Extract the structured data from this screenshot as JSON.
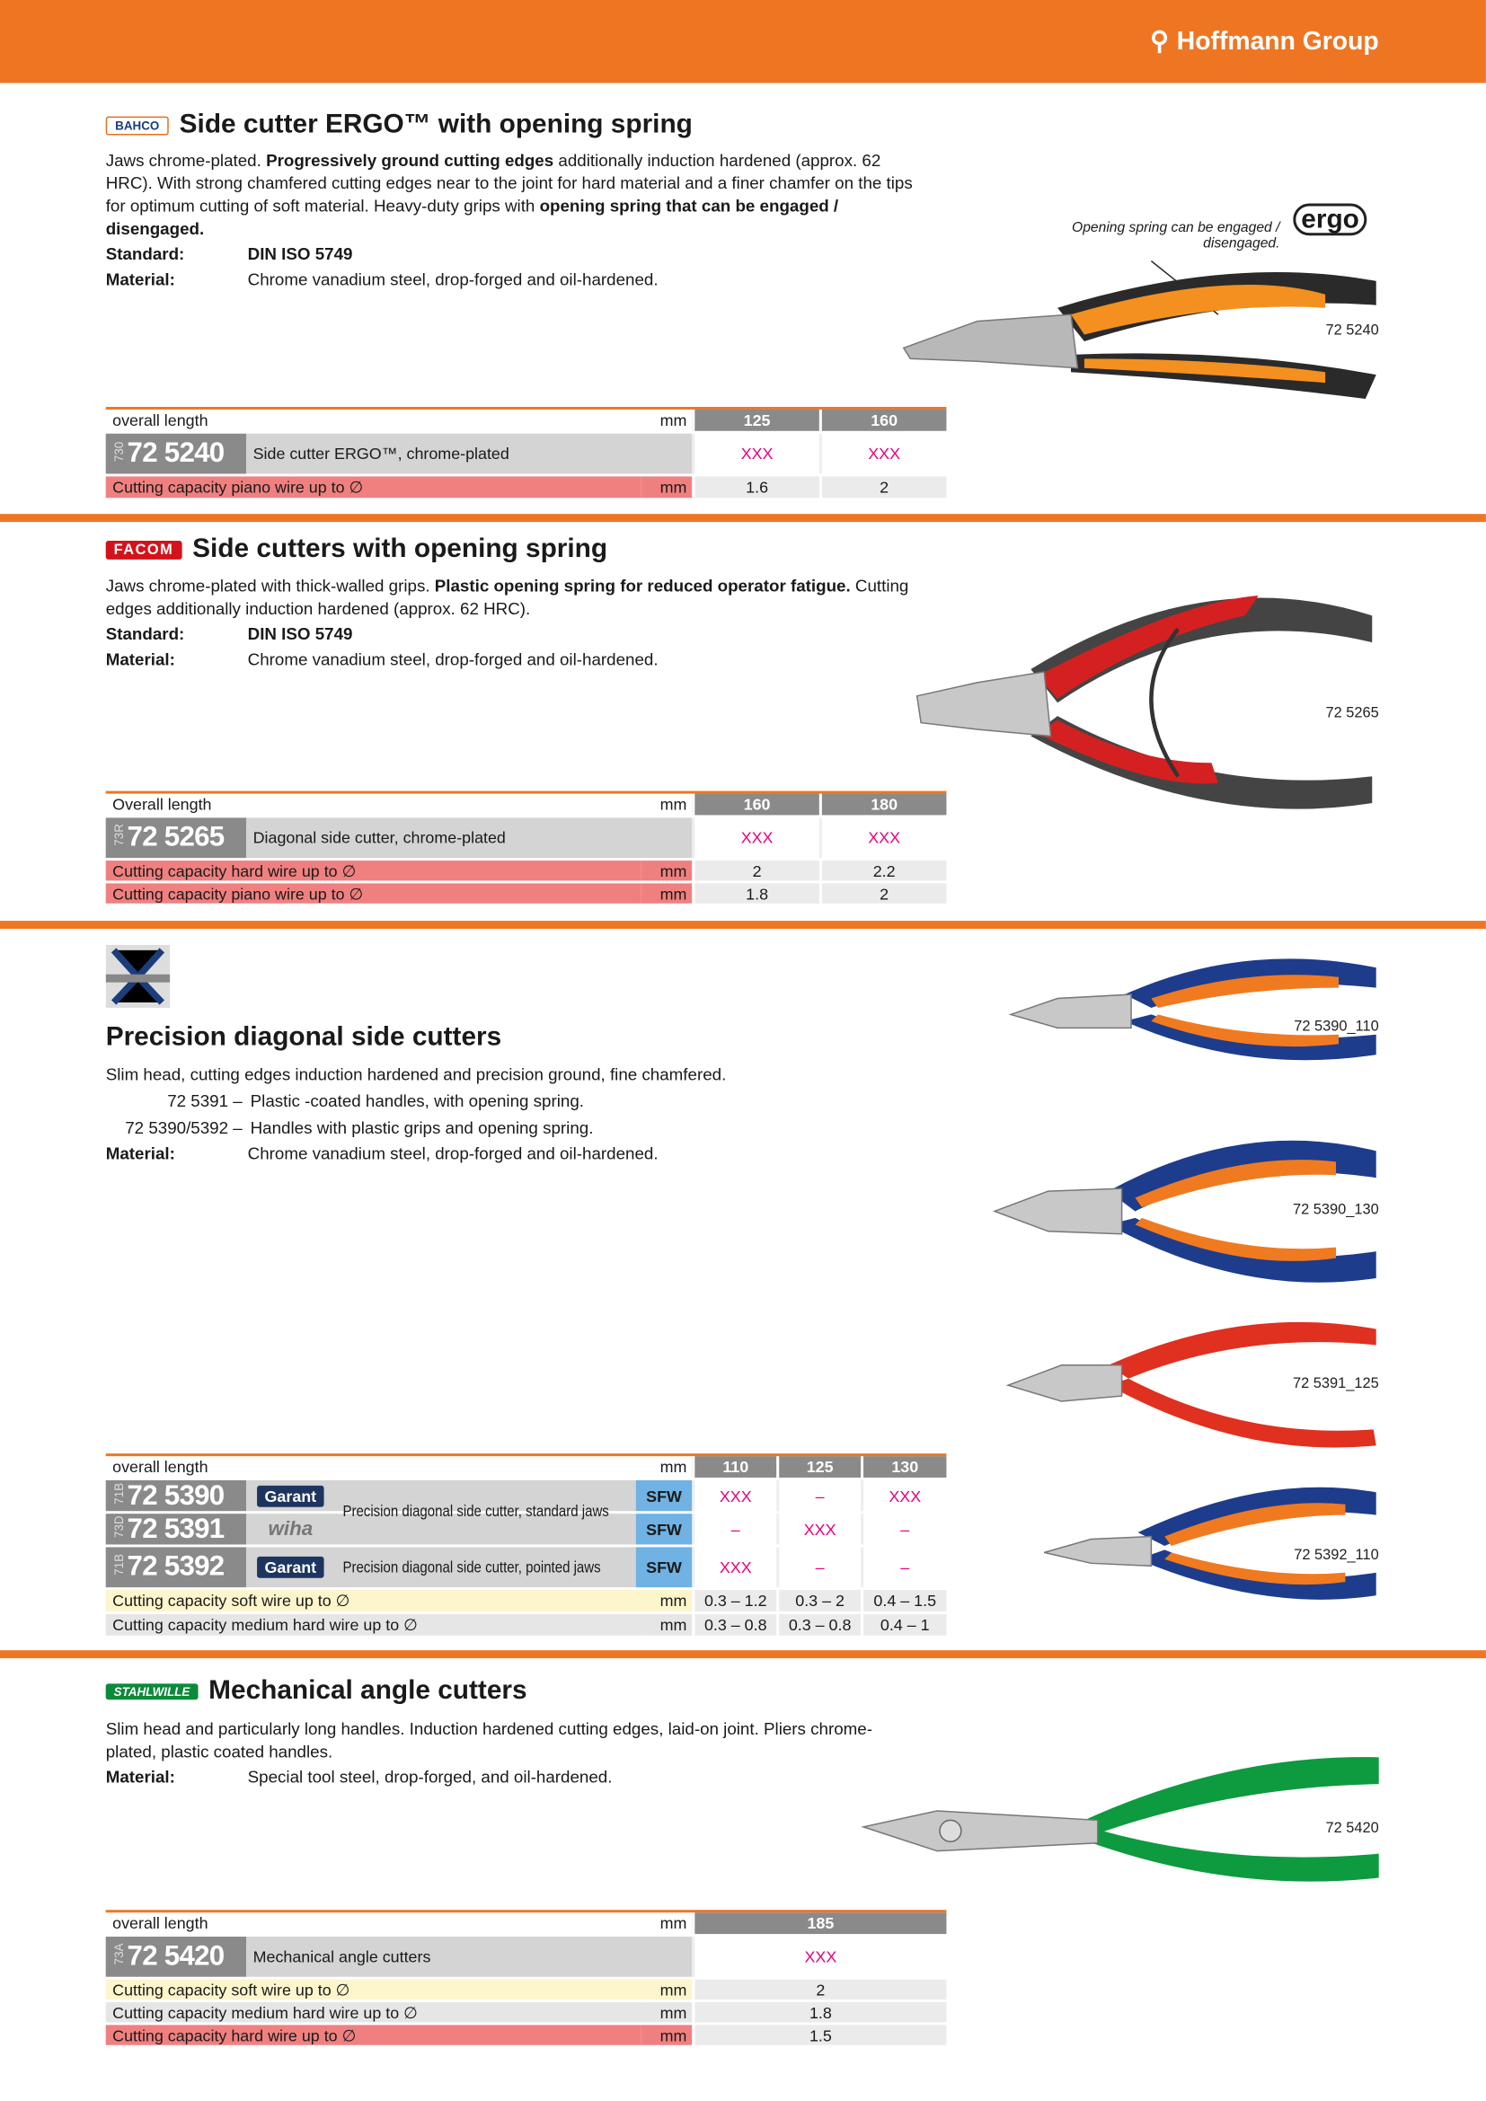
{
  "header": {
    "logo": "Hoffmann Group",
    "accent": "#ee7623"
  },
  "s1": {
    "brand": "BAHCO",
    "title": "Side cutter ERGO™ with opening spring",
    "desc": [
      "Jaws chrome-plated. ",
      "Progressively ground cutting edges",
      " additionally induction hardened (approx. 62 HRC). With strong chamfered cutting edges near to the joint for hard material and a finer chamfer on the tips for optimum cutting of soft material. Heavy-duty grips with ",
      "opening spring that can be engaged / disengaged."
    ],
    "standard_label": "Standard:",
    "standard": "DIN ISO 5749",
    "material_label": "Material:",
    "material": "Chrome vanadium steel, drop-forged and oil-hardened.",
    "callout": "Opening spring can be engaged / disengaged.",
    "ergo": "ergo",
    "image_label": "72 5240",
    "table": {
      "head": "overall length",
      "unit": "mm",
      "sizes": [
        "125",
        "160"
      ],
      "page": "730",
      "code": "72 5240",
      "name": "Side cutter ERGO™, chrome-plated",
      "prices": [
        "XXX",
        "XXX"
      ],
      "cap": [
        {
          "label": "Cutting capacity piano wire up to ∅",
          "unit": "mm",
          "values": [
            "1.6",
            "2"
          ]
        }
      ]
    }
  },
  "s2": {
    "brand": "FACOM",
    "title": "Side cutters with opening spring",
    "desc": [
      "Jaws chrome-plated with thick-walled grips. ",
      "Plastic opening spring for reduced operator fatigue.",
      " Cutting edges additionally induction hardened (approx. 62 HRC).",
      ""
    ],
    "standard_label": "Standard:",
    "standard": "DIN ISO 5749",
    "material_label": "Material:",
    "material": "Chrome vanadium steel, drop-forged and oil-hardened.",
    "image_label": "72 5265",
    "table": {
      "head": "Overall length",
      "unit": "mm",
      "sizes": [
        "160",
        "180"
      ],
      "page": "73R",
      "code": "72 5265",
      "name": "Diagonal side cutter, chrome-plated",
      "prices": [
        "XXX",
        "XXX"
      ],
      "cap": [
        {
          "label": "Cutting capacity hard wire up to ∅",
          "unit": "mm",
          "values": [
            "2",
            "2.2"
          ]
        },
        {
          "label": "Cutting capacity piano wire up to ∅",
          "unit": "mm",
          "values": [
            "1.8",
            "2"
          ]
        }
      ]
    }
  },
  "s3": {
    "title": "Precision diagonal side cutters",
    "desc": "Slim head, cutting edges induction hardened and precision ground, fine chamfered.",
    "variants": [
      {
        "k": "72 5391 –",
        "v": "Plastic -coated handles, with opening spring."
      },
      {
        "k": "72 5390/5392 –",
        "v": "Handles with plastic grips and opening spring."
      }
    ],
    "material_label": "Material:",
    "material": "Chrome vanadium steel, drop-forged and oil-hardened.",
    "image_labels": [
      "72 5390_110",
      "72 5390_130",
      "72 5391_125",
      "72 5392_110"
    ],
    "table": {
      "head": "overall length",
      "unit": "mm",
      "sizes": [
        "110",
        "125",
        "130"
      ],
      "sfw": "SFW",
      "rows": [
        {
          "page": "71B",
          "code": "72 5390",
          "brand": "Garant",
          "prices": [
            "XXX",
            "–",
            "XXX"
          ]
        },
        {
          "page": "73D",
          "code": "72 5391",
          "brand": "wiha",
          "prices": [
            "–",
            "XXX",
            "–"
          ]
        },
        {
          "page": "71B",
          "code": "72 5392",
          "brand": "Garant",
          "prices": [
            "XXX",
            "–",
            "–"
          ]
        }
      ],
      "name_std": "Precision diagonal side cutter, standard jaws",
      "name_ptd": "Precision diagonal side cutter, pointed jaws",
      "cap": [
        {
          "label": "Cutting capacity soft wire up to ∅",
          "unit": "mm",
          "values": [
            "0.3 – 1.2",
            "0.3 – 2",
            "0.4 – 1.5"
          ]
        },
        {
          "label": "Cutting capacity medium hard wire up to ∅",
          "unit": "mm",
          "values": [
            "0.3 – 0.8",
            "0.3 – 0.8",
            "0.4 – 1"
          ]
        }
      ]
    }
  },
  "s4": {
    "brand": "STAHLWILLE",
    "title": "Mechanical angle cutters",
    "desc": "Slim head and particularly long handles. Induction hardened cutting edges, laid-on joint. Pliers chrome-plated, plastic coated handles.",
    "material_label": "Material:",
    "material": "Special tool steel, drop-forged, and oil-hardened.",
    "image_label": "72 5420",
    "table": {
      "head": "overall length",
      "unit": "mm",
      "sizes": [
        "185"
      ],
      "page": "73A",
      "code": "72 5420",
      "name": "Mechanical angle cutters",
      "prices": [
        "XXX"
      ],
      "cap": [
        {
          "label": "Cutting capacity soft wire up to ∅",
          "unit": "mm",
          "values": [
            "2"
          ]
        },
        {
          "label": "Cutting capacity medium hard wire up to ∅",
          "unit": "mm",
          "values": [
            "1.8"
          ]
        },
        {
          "label": "Cutting capacity hard wire up to ∅",
          "unit": "mm",
          "values": [
            "1.5"
          ]
        }
      ]
    }
  }
}
